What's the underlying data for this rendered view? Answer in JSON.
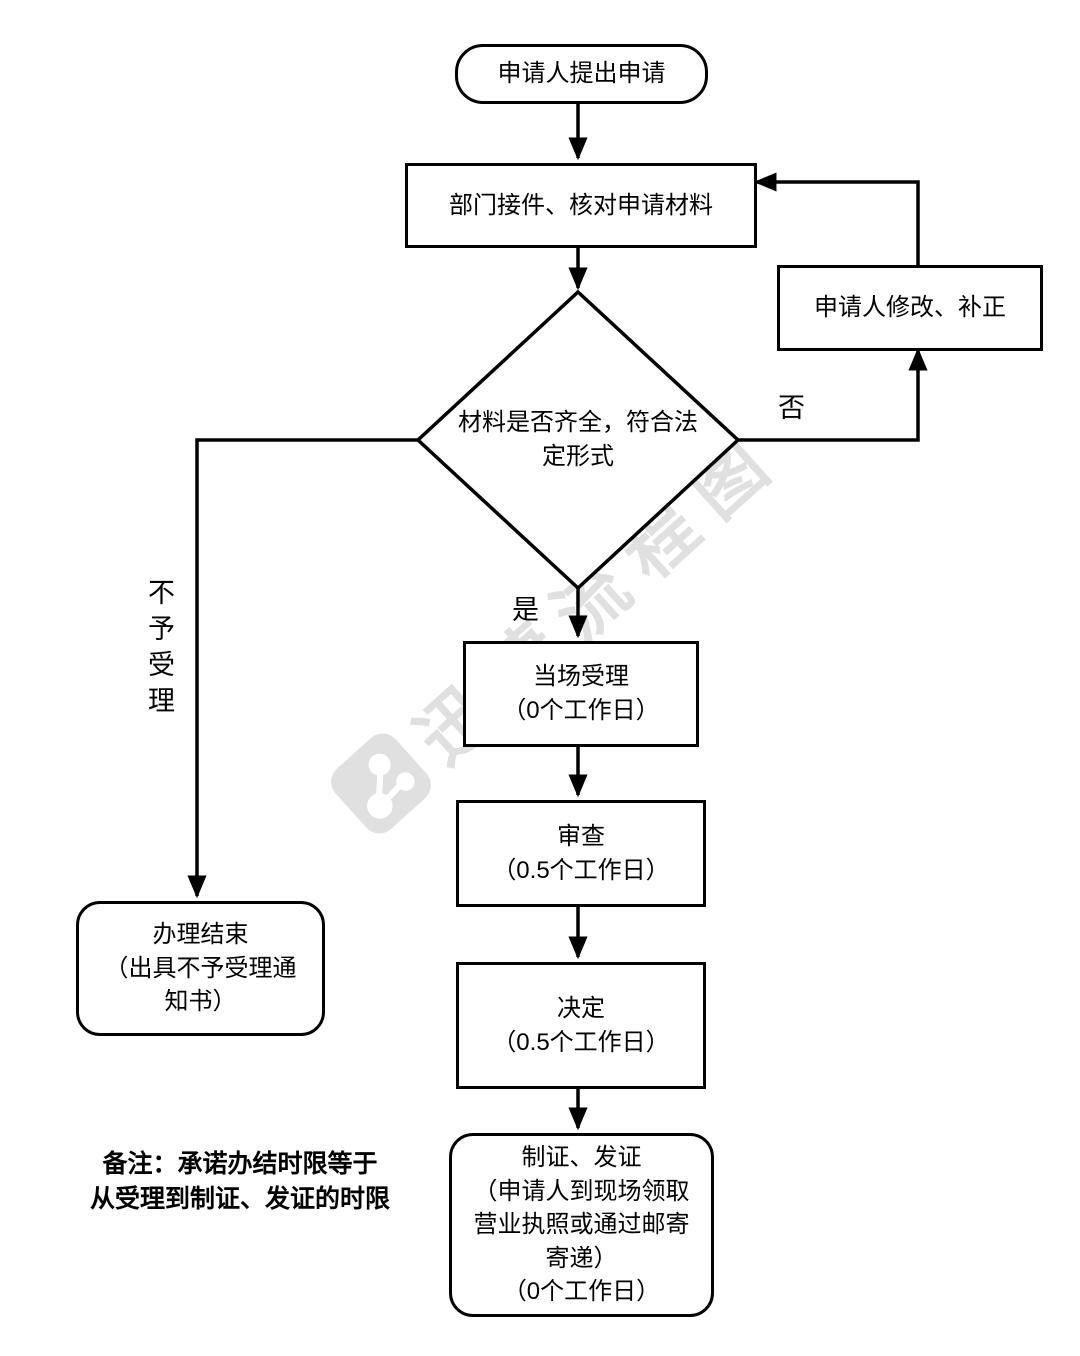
{
  "flowchart": {
    "nodes": {
      "start": "申请人提出申请",
      "receive": "部门接件、核对申请材料",
      "decision": "材料是否齐全，符合法\n定形式",
      "modify": "申请人修改、补正",
      "accept": "当场受理\n（0个工作日）",
      "review": "审查\n（0.5个工作日）",
      "decide": "决定\n（0.5个工作日）",
      "issue": "制证、发证\n（申请人到现场领取\n营业执照或通过邮寄\n寄递）\n（0个工作日）",
      "end_reject": "办理结束\n（出具不予受理通\n知书）"
    },
    "edge_labels": {
      "no": "否",
      "yes": "是",
      "not_accepted": "不予受理"
    },
    "note": "备注：承诺办结时限等于\n从受理到制证、发证的时限",
    "watermark": "迅捷流程图",
    "colors": {
      "stroke": "#000000",
      "fill": "#ffffff",
      "watermark": "#e0e0e0"
    }
  }
}
